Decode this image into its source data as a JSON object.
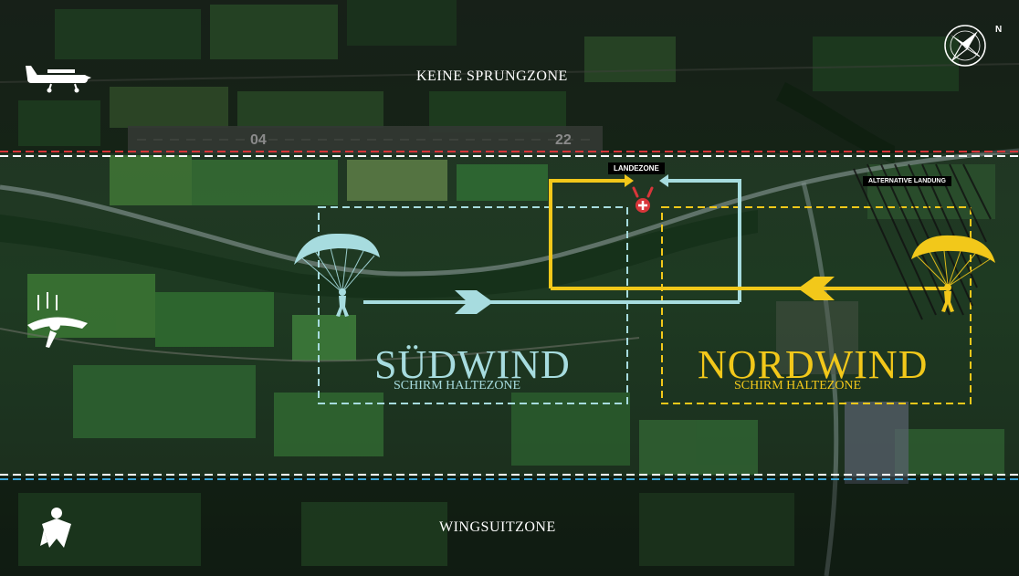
{
  "compass": {
    "north_label": "N"
  },
  "zones": {
    "no_jump": "KEINE SPRUNGZONE",
    "wingsuit": "WINGSUITZONE"
  },
  "runway": {
    "end_left": "04",
    "end_right": "22"
  },
  "landing": {
    "main": "LANDEZONE",
    "alternative": "ALTERNATIVE LANDUNG"
  },
  "south_wind": {
    "title": "SÜDWIND",
    "subtitle": "SCHIRM HALTEZONE"
  },
  "north_wind": {
    "title": "NORDWIND",
    "subtitle": "SCHIRM HALTEZONE"
  },
  "colors": {
    "south": "#a7dcdf",
    "north": "#f2c81a",
    "no_jump_line": "#d8363a",
    "wingsuit_line": "#3aa6d8",
    "dashed_white": "#ffffff"
  }
}
